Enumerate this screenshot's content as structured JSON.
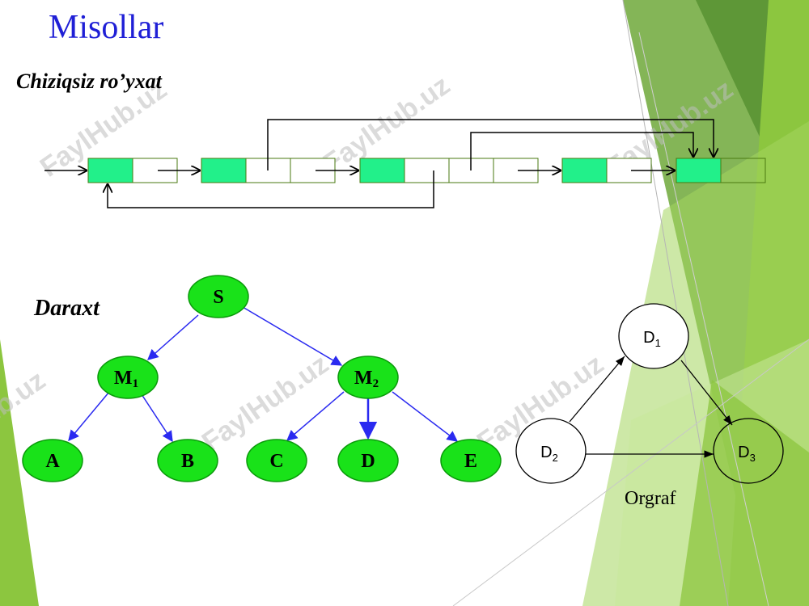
{
  "slide": {
    "title": "Misollar",
    "watermark": "FaylHub.uz",
    "colors": {
      "title": "#1f1fd6",
      "node_fill": "#19e219",
      "node_stroke": "#0a9a0a",
      "tree_edge": "#2a2af0",
      "list_cell_fill": "#22f08a",
      "list_cell_stroke": "#4a7a10",
      "accent_green": "#7fbf2a"
    }
  },
  "linked_list": {
    "title": "Chiziqsiz ro’yxat"
  },
  "tree": {
    "title": "Daraxt",
    "nodes": {
      "s": "S",
      "m1": "M",
      "m1_sub": "1",
      "m2": "M",
      "m2_sub": "2",
      "a": "A",
      "b": "B",
      "c": "C",
      "d": "D",
      "e": "E"
    }
  },
  "graph": {
    "caption": "Orgraf",
    "nodes": {
      "d1": "D",
      "d1_sub": "1",
      "d2": "D",
      "d2_sub": "2",
      "d3": "D",
      "d3_sub": "3"
    }
  }
}
